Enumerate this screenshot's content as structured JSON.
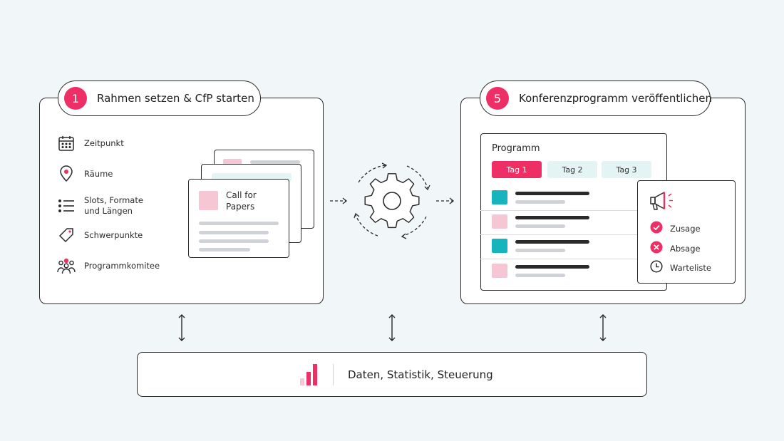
{
  "left_panel": {
    "step_number": "1",
    "title": "Rahmen setzen & CfP starten",
    "features": [
      {
        "icon": "calendar-icon",
        "label": "Zeitpunkt"
      },
      {
        "icon": "location-pin-icon",
        "label": "Räume"
      },
      {
        "icon": "list-icon",
        "label_line1": "Slots, Formate",
        "label_line2": "und Längen"
      },
      {
        "icon": "tag-icon",
        "label": "Schwerpunkte"
      },
      {
        "icon": "team-icon",
        "label": "Programmkomitee"
      }
    ],
    "cfp_card": {
      "line1": "Call for",
      "line2": "Papers"
    }
  },
  "right_panel": {
    "step_number": "5",
    "title": "Konferenzprogramm veröffentlichen",
    "program_card": {
      "title": "Programm",
      "tabs": [
        {
          "label": "Tag 1",
          "active": true
        },
        {
          "label": "Tag 2",
          "active": false
        },
        {
          "label": "Tag 3",
          "active": false
        }
      ]
    },
    "rsvp_card": {
      "icon": "megaphone-icon",
      "items": [
        {
          "icon": "check-circle-icon",
          "label": "Zusage"
        },
        {
          "icon": "x-circle-icon",
          "label": "Absage"
        },
        {
          "icon": "clock-icon",
          "label": "Warteliste"
        }
      ]
    }
  },
  "center": {
    "icon": "gear-icon"
  },
  "bottom_bar": {
    "icon": "bar-chart-icon",
    "label": "Daten, Statistik, Steuerung"
  },
  "colors": {
    "accent": "#ee2f66",
    "accent_light": "#f7c6d5",
    "teal": "#16b4bd",
    "teal_light": "#e4f4f4",
    "background": "#f1f6f9",
    "outline": "#2a2a2a",
    "grey_bar": "#cfd2d6"
  }
}
